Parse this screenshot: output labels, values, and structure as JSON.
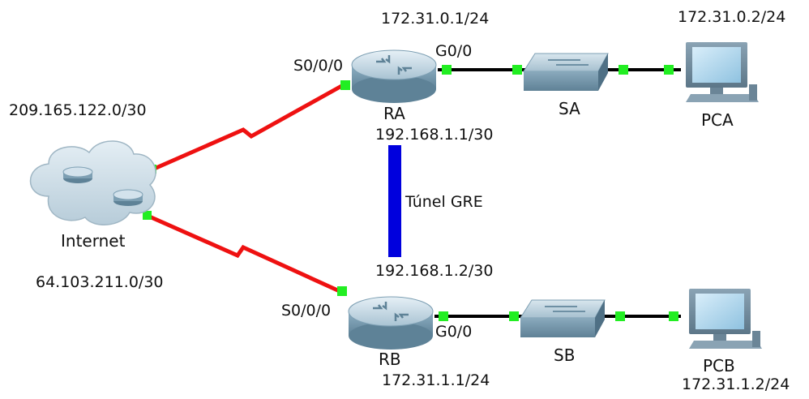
{
  "labels": {
    "ra_lan_ip": "172.31.0.1/24",
    "pca_ip": "172.31.0.2/24",
    "ra_serial": "S0/0/0",
    "ra_gig": "G0/0",
    "ra_name": "RA",
    "sa_name": "SA",
    "pca_name": "PCA",
    "internet_net_top": "209.165.122.0/30",
    "ra_tunnel_ip": "192.168.1.1/30",
    "tunnel_label": "Túnel GRE",
    "internet_name": "Internet",
    "rb_tunnel_ip": "192.168.1.2/30",
    "internet_net_bottom": "64.103.211.0/30",
    "rb_serial": "S0/0/0",
    "rb_gig": "G0/0",
    "rb_name": "RB",
    "sb_name": "SB",
    "pcb_name": "PCB",
    "rb_lan_ip": "172.31.1.1/24",
    "pcb_ip": "172.31.1.2/24"
  },
  "colors": {
    "serial_link": "#ee1111",
    "ethernet_link": "#000000",
    "tunnel": "#0000dd",
    "port_up": "#22ee22"
  }
}
